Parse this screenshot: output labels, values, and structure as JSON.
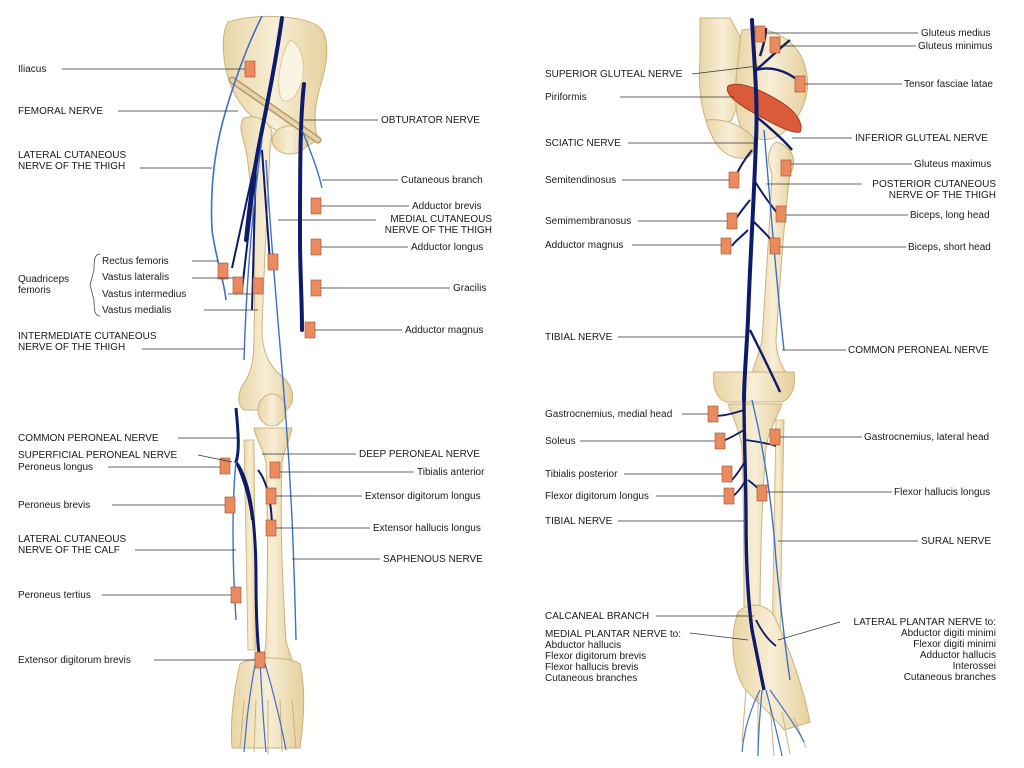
{
  "colors": {
    "bone": "#f2e3c0",
    "bone_edge": "#c9b27c",
    "nerve": "#0e1b6b",
    "branch": "#3d6fc7",
    "muscle_tag": "#e98a5f",
    "leader": "#333333"
  },
  "anterior": {
    "left_labels": [
      "Iliacus",
      "FEMORAL NERVE",
      "LATERAL CUTANEOUS\nNERVE OF THE THIGH",
      "Rectus femoris",
      "Vastus lateralis",
      "Vastus intermedius",
      "Vastus medialis",
      "Quadriceps\nfemoris",
      "INTERMEDIATE CUTANEOUS\nNERVE OF THE THIGH",
      "COMMON PERONEAL NERVE",
      "SUPERFICIAL PERONEAL NERVE",
      "Peroneus longus",
      "Peroneus brevis",
      "LATERAL CUTANEOUS\nNERVE OF THE CALF",
      "Peroneus tertius",
      "Extensor digitorum brevis"
    ],
    "right_labels": [
      "OBTURATOR NERVE",
      "Cutaneous branch",
      "Adductor brevis",
      "MEDIAL CUTANEOUS\nNERVE OF THE THIGH",
      "Adductor longus",
      "Gracilis",
      "Adductor magnus",
      "DEEP PERONEAL NERVE",
      "Tibialis anterior",
      "Extensor digitorum longus",
      "Extensor hallucis longus",
      "SAPHENOUS NERVE"
    ]
  },
  "posterior": {
    "left_labels": [
      "SUPERIOR GLUTEAL NERVE",
      "Piriformis",
      "SCIATIC NERVE",
      "Semitendinosus",
      "Semimembranosus",
      "Adductor magnus",
      "TIBIAL NERVE",
      "Gastrocnemius, medial head",
      "Soleus",
      "Tibialis posterior",
      "Flexor digitorum longus",
      "TIBIAL NERVE",
      "CALCANEAL BRANCH",
      "MEDIAL PLANTAR NERVE to:\nAbductor hallucis\nFlexor digitorum brevis\nFlexor hallucis brevis\nCutaneous branches"
    ],
    "right_labels": [
      "Gluteus medius",
      "Gluteus minimus",
      "Tensor fasciae latae",
      "INFERIOR GLUTEAL NERVE",
      "Gluteus maximus",
      "POSTERIOR CUTANEOUS\nNERVE OF THE THIGH",
      "Biceps, long head",
      "Biceps, short head",
      "COMMON PERONEAL NERVE",
      "Gastrocnemius, lateral head",
      "Flexor hallucis longus",
      "SURAL NERVE",
      "LATERAL PLANTAR NERVE to:\nAbductor digiti minimi\nFlexor digiti minimi\nAdductor hallucis\nInterossei\nCutaneous branches"
    ]
  }
}
